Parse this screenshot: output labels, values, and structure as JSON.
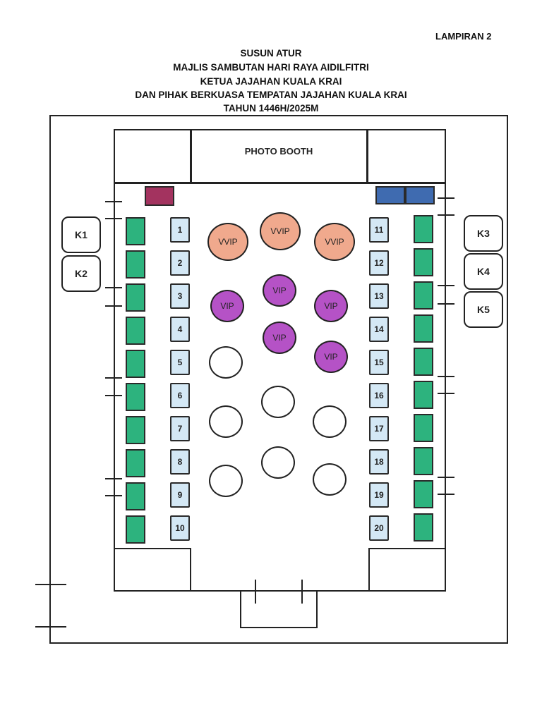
{
  "attachment": "LAMPIRAN 2",
  "title_lines": [
    "SUSUN ATUR",
    "MAJLIS SAMBUTAN HARI RAYA AIDILFITRI",
    "KETUA JAJAHAN KUALA KRAI",
    "DAN PIHAK BERKUASA TEMPATAN JAJAHAN KUALA KRAI",
    "TAHUN 1446H/2025M"
  ],
  "photo_booth": "PHOTO BOOTH",
  "left_seats": [
    "1",
    "2",
    "3",
    "4",
    "5",
    "6",
    "7",
    "8",
    "9",
    "10"
  ],
  "right_seats": [
    "11",
    "12",
    "13",
    "14",
    "15",
    "16",
    "17",
    "18",
    "19",
    "20"
  ],
  "kiosks_left": [
    "K1",
    "K2"
  ],
  "kiosks_right": [
    "K3",
    "K4",
    "K5"
  ],
  "vvip_tables": [
    "VVIP",
    "VVIP",
    "VVIP"
  ],
  "vip_tables": [
    "VIP",
    "VIP",
    "VIP",
    "VIP",
    "VIP"
  ],
  "colors": {
    "green_table": "#2db37e",
    "seat_table": "#d4e8f5",
    "vvip": "#f0a98d",
    "vip": "#b552c6",
    "blue_box": "#3f6bb0",
    "maroon_box": "#a3335f"
  }
}
